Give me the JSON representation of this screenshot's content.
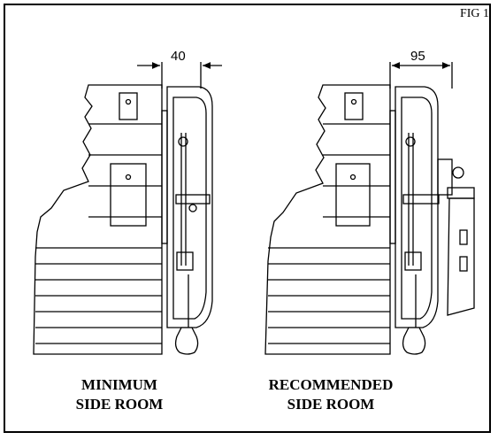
{
  "figure": {
    "label": "FIG 1"
  },
  "dimensions": {
    "minimum": "40",
    "recommended": "95"
  },
  "captions": {
    "left": {
      "line1": "MINIMUM",
      "line2": "SIDE ROOM"
    },
    "right": {
      "line1": "RECOMMENDED",
      "line2": "SIDE ROOM"
    }
  }
}
